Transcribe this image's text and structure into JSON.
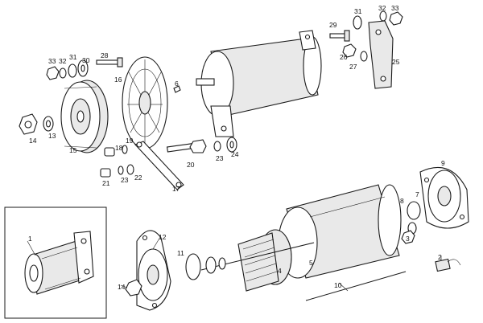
{
  "callouts": [
    "1",
    "2",
    "3",
    "4",
    "5",
    "6",
    "7",
    "8",
    "9",
    "10",
    "11",
    "12",
    "13",
    "14",
    "15",
    "16",
    "17",
    "18",
    "19",
    "20",
    "21",
    "22",
    "23",
    "24",
    "25",
    "26",
    "27",
    "28",
    "29",
    "30",
    "31",
    "32",
    "33"
  ],
  "colors": {
    "ink": "#1a1a1a",
    "paper": "#ffffff",
    "shade": "#e9e9e9"
  }
}
